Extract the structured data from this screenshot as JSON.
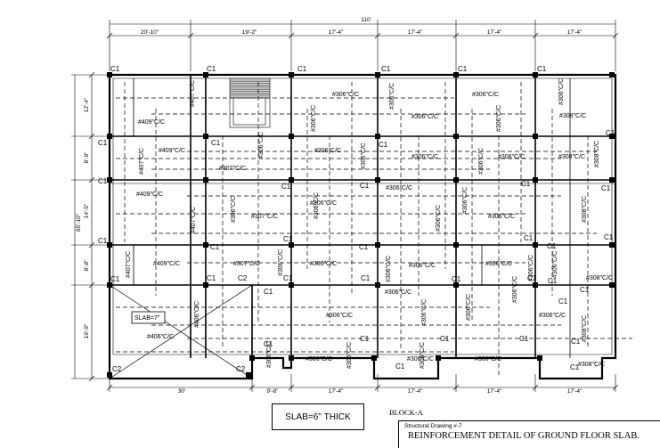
{
  "overall_width": "110'",
  "overall_height": "65'-10\"",
  "top_dimensions": [
    "20'-10\"",
    "19'-2\"",
    "17'-4\"",
    "17'-4\"",
    "17'-4\"",
    "17'-4\""
  ],
  "bottom_dimensions": [
    "30'",
    "9'-8\"",
    "17'-4\"",
    "17'-4\"",
    "17'-4\"",
    "17'-4\""
  ],
  "left_dimensions": [
    "12'-4\"",
    "8'-9\"",
    "14'-5\"",
    "8'-8\"",
    "19'-9\""
  ],
  "column_label": "C1",
  "column_label_2": "C2",
  "slab_tag": "SLAB=7\"",
  "rebar_labels": {
    "r409": "#409\"C/C",
    "r407": "#407\"C/C",
    "r406": "#406\"C/C",
    "r307": "#307\"C/C",
    "r306": "#306\"C/C",
    "r308": "#308\"C/C"
  },
  "slab_note": "SLAB=6'' THICK",
  "block_name": "BLOCK-A",
  "drawing_number": "Structural Drawing #-7",
  "drawing_title": "REINFORCEMENT DETAIL OF GROUND FLOOR SLAB."
}
